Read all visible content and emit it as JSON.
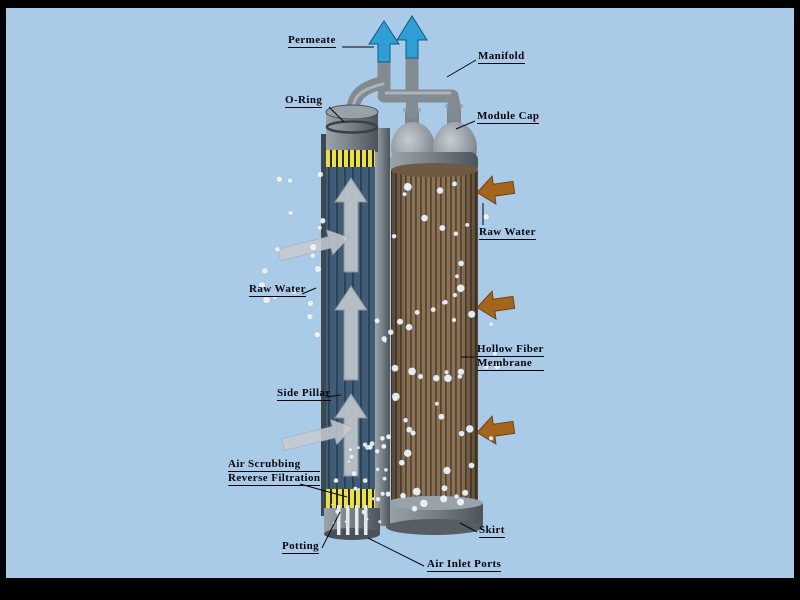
{
  "diagram": {
    "labels": {
      "permeate": "Permeate",
      "manifold": "Manifold",
      "o_ring": "O-Ring",
      "module_cap": "Module Cap",
      "raw_water_right": "Raw Water",
      "raw_water_left": "Raw Water",
      "hollow_fiber_line1": "Hollow Fiber",
      "hollow_fiber_line2": "Membrane",
      "side_pillar": "Side Pillar",
      "air_scrubbing_line1": "Air Scrubbing",
      "air_scrubbing_line2": "Reverse Filtration",
      "potting": "Potting",
      "air_inlet_ports": "Air Inlet Ports",
      "skirt": "Skirt"
    },
    "colors": {
      "background": "#a9cbe8",
      "frame": "#000000",
      "permeate_arrow": "#2e9fd4",
      "raw_water_arrow": "#a5651c",
      "membrane_brown": "#8a7258",
      "module_blue": "#3f5d76",
      "potting_yellow": "#e9e23e",
      "cap_gray": "#828a92",
      "internal_arrow_gray": "#bdc4ca",
      "bubble": "#ecf4fb"
    }
  }
}
